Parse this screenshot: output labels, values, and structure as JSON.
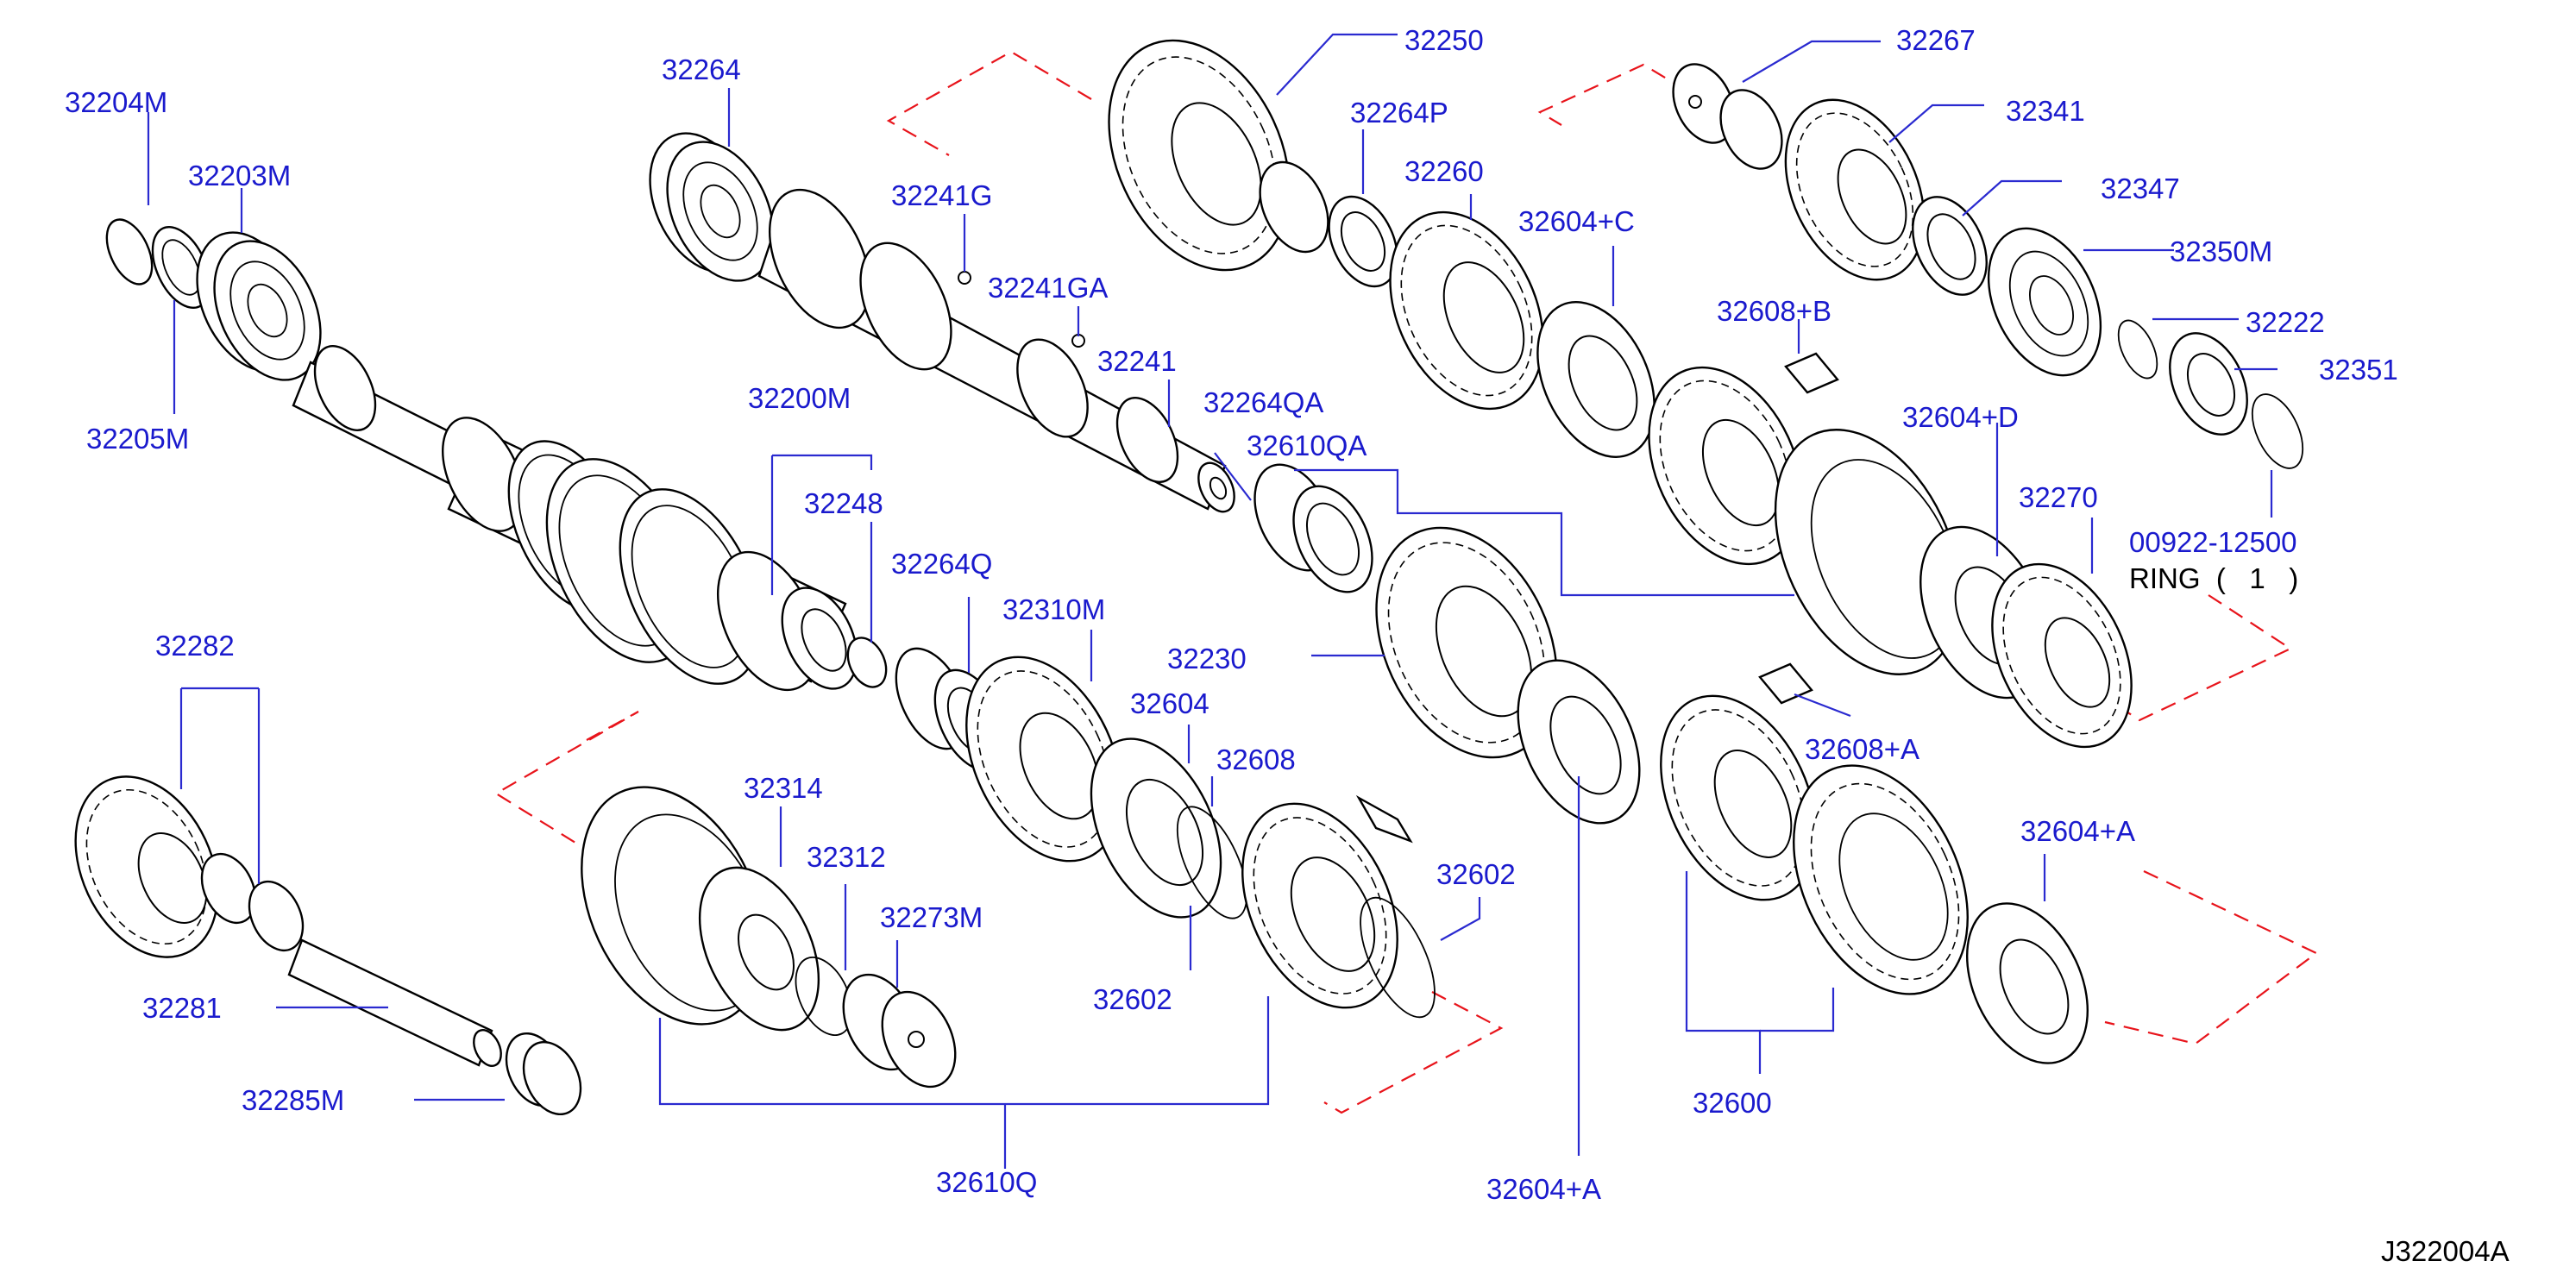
{
  "diagram_code": "J322004A",
  "ring_note": "RING  (   1   )",
  "callouts": [
    "32204M",
    "32203M",
    "32205M",
    "32264",
    "32241G",
    "32241GA",
    "32241",
    "32200M",
    "32248",
    "32250",
    "32264P",
    "32260",
    "32604+C",
    "32267",
    "32341",
    "32347",
    "32350M",
    "32222",
    "32351",
    "00922-12500",
    "32608+B",
    "32264QA",
    "32610QA",
    "32604+D",
    "32270",
    "32264Q",
    "32310M",
    "32230",
    "32604",
    "32608",
    "32608+A",
    "32282",
    "32314",
    "32312",
    "32273M",
    "32602",
    "32602",
    "32604+A",
    "32281",
    "32285M",
    "32610Q",
    "32600",
    "32604+A"
  ]
}
